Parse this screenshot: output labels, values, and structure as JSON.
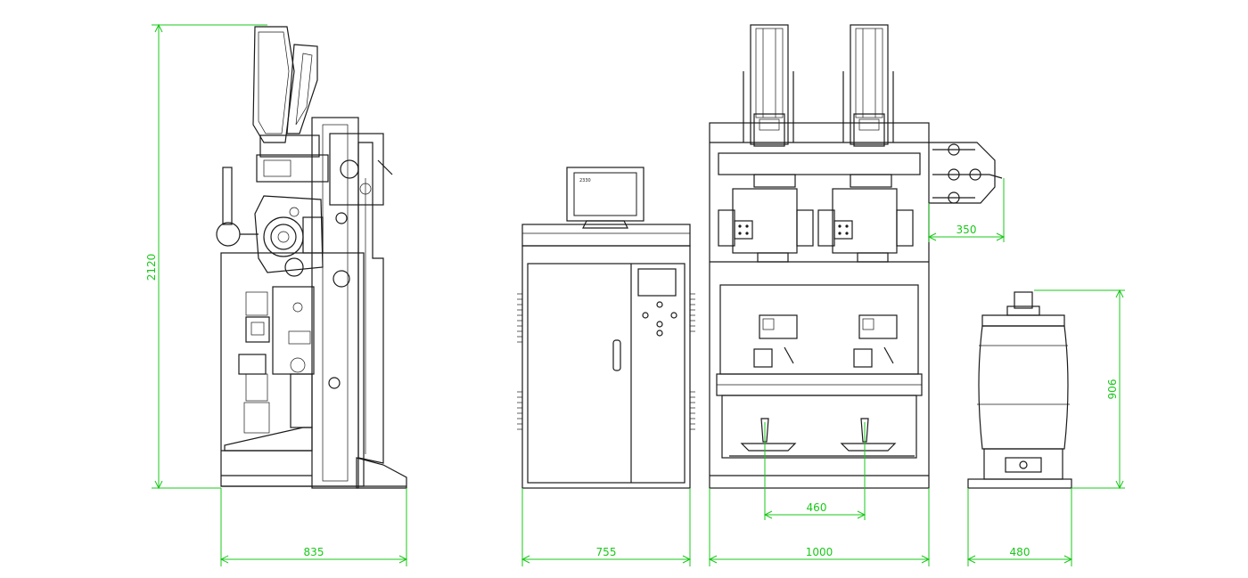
{
  "drawing": {
    "line_color": "#1a1a1a",
    "dimension_color": "#19c819",
    "background": "#ffffff"
  },
  "views": {
    "side": {
      "width": "835",
      "height": "2120"
    },
    "cabinet": {
      "width": "755",
      "screen_text": "2330"
    },
    "front": {
      "width": "1000",
      "nozzle_spacing": "460",
      "valve_offset": "350"
    },
    "tank": {
      "width": "480",
      "height": "906"
    }
  }
}
